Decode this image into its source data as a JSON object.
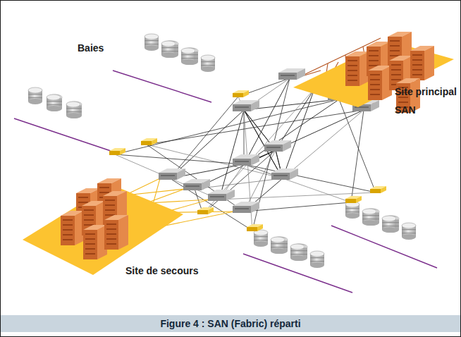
{
  "diagram": {
    "caption": "Figure 4 : SAN (Fabric) réparti",
    "nodes": [
      {
        "text": [
          "Site principal"
        ]
      },
      {
        "text": [
          "Site de secours"
        ]
      }
    ],
    "labels": [
      "Baies",
      "SAN"
    ]
  }
}
